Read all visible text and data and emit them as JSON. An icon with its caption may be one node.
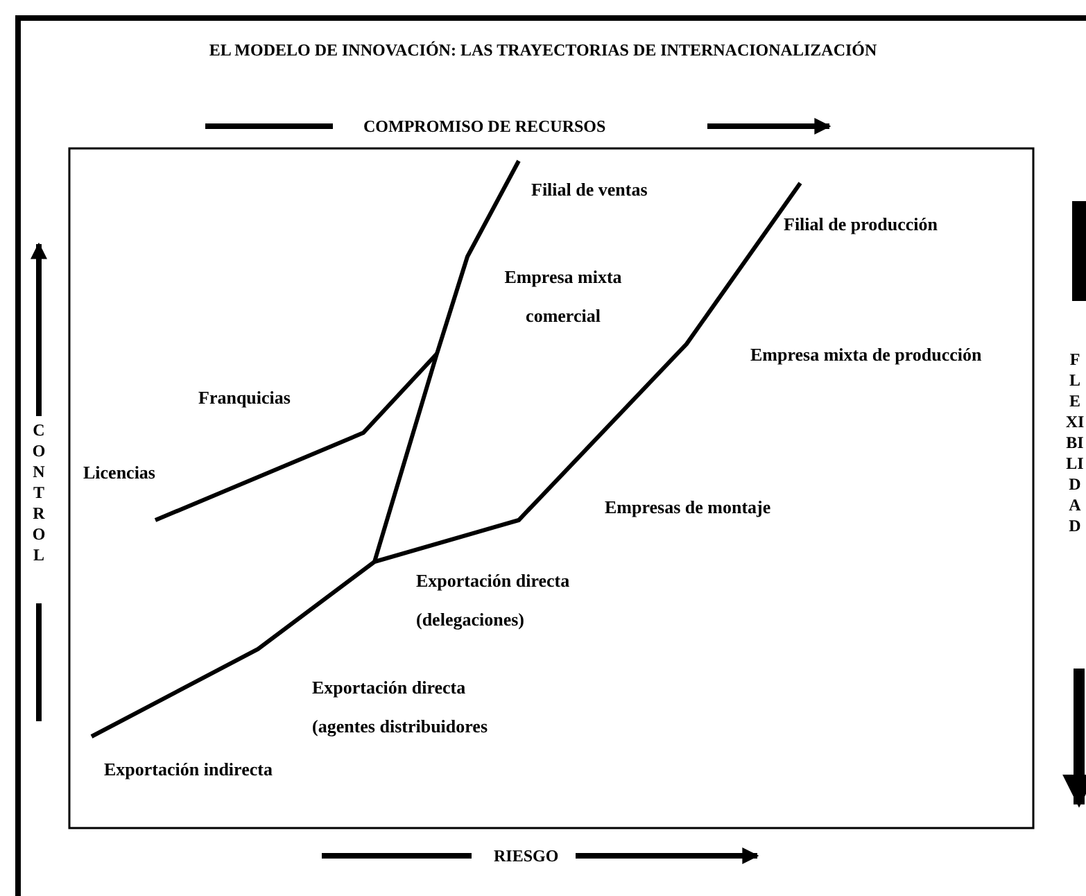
{
  "diagram": {
    "title": "EL MODELO DE INNOVACIÓN: LAS TRAYECTORIAS DE INTERNACIONALIZACIÓN",
    "labels": [
      "COMPROMISO DE RECURSOS",
      "CONTROL",
      "FLEXIBILIDAD",
      "Filial de ventas",
      "Filial de producción",
      "Empresa mixta comercial",
      "Empresa mixta de producción",
      "Franquicias",
      "Licencias",
      "Empresas de montaje",
      "Exportación directa (delegaciones)",
      "Exportación directa (agentes distribuidores",
      "Exportación indirecta",
      "RIESGO"
    ]
  }
}
